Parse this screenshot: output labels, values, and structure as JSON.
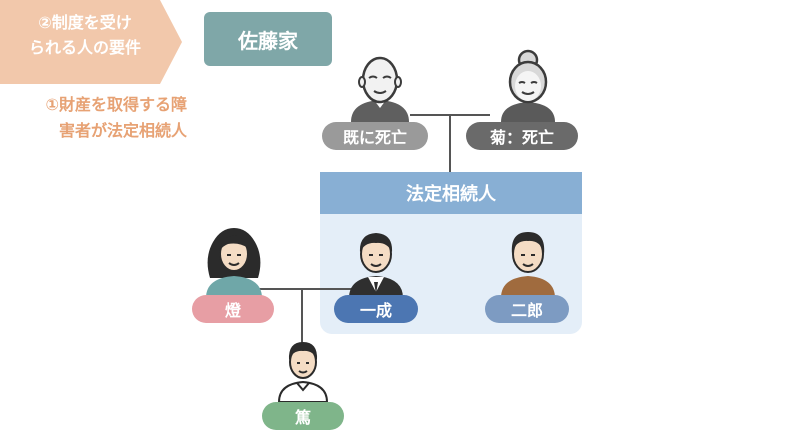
{
  "header": {
    "section_line1": "②制度を受け",
    "section_line2": "られる人の要件",
    "requirement_line1": "①財産を取得する障",
    "requirement_line2": "害者が法定相続人",
    "family_title": "佐藤家"
  },
  "heirs_group": {
    "title": "法定相続人"
  },
  "people": {
    "grandfather": "既に死亡",
    "grandmother": "菊：死亡",
    "kazunari": "一成",
    "jiro": "二郎",
    "spouse": "燈",
    "child": "篤"
  },
  "colors": {
    "tag": "#f2c8ab",
    "requirement_text": "#e7a274",
    "family_title": "#7fa7a8",
    "heirs_header": "#88afd4",
    "heirs_box": "#e4eef8",
    "grandfather": "#9a9a9a",
    "grandmother": "#6a6a6a",
    "kazunari": "#4c76b2",
    "jiro": "#7d9bc2",
    "spouse": "#e79ea4",
    "child": "#7fb58a"
  }
}
